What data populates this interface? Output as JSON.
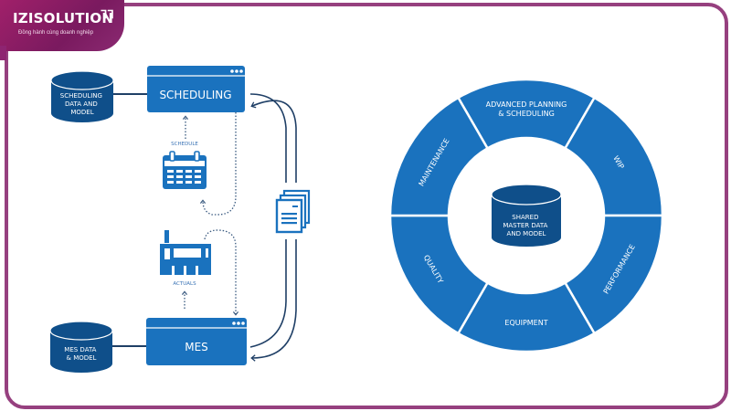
{
  "brand": {
    "name": "IZISOLUTION",
    "mark": "⅂⅂",
    "tagline": "Đồng hành cùng doanh nghiệp"
  },
  "colors": {
    "primary_blue": "#1a72be",
    "dark_blue": "#0f4f8a",
    "frame_purple": "#96407f",
    "line_navy": "#1f3f66"
  },
  "left_flow": {
    "scheduling_db": [
      "SCHEDULING",
      "DATA AND",
      "MODEL"
    ],
    "scheduling_box": "SCHEDULING",
    "schedule_label": "SCHEDULE",
    "actuals_label": "ACTUALS",
    "mes_box": "MES",
    "mes_db": [
      "MES DATA",
      "& MODEL"
    ],
    "icons": [
      "calendar-icon",
      "machine-icon",
      "documents-icon"
    ]
  },
  "ring": {
    "center": [
      "SHARED",
      "MASTER DATA",
      "AND MODEL"
    ],
    "segments": [
      {
        "label": [
          "ADVANCED PLANNING",
          "& SCHEDULING"
        ]
      },
      {
        "label": [
          "WIP"
        ]
      },
      {
        "label": [
          "PERFORMANCE"
        ]
      },
      {
        "label": [
          "EQUIPMENT"
        ]
      },
      {
        "label": [
          "QUALITY"
        ]
      },
      {
        "label": [
          "MAINTENANCE"
        ]
      }
    ]
  }
}
